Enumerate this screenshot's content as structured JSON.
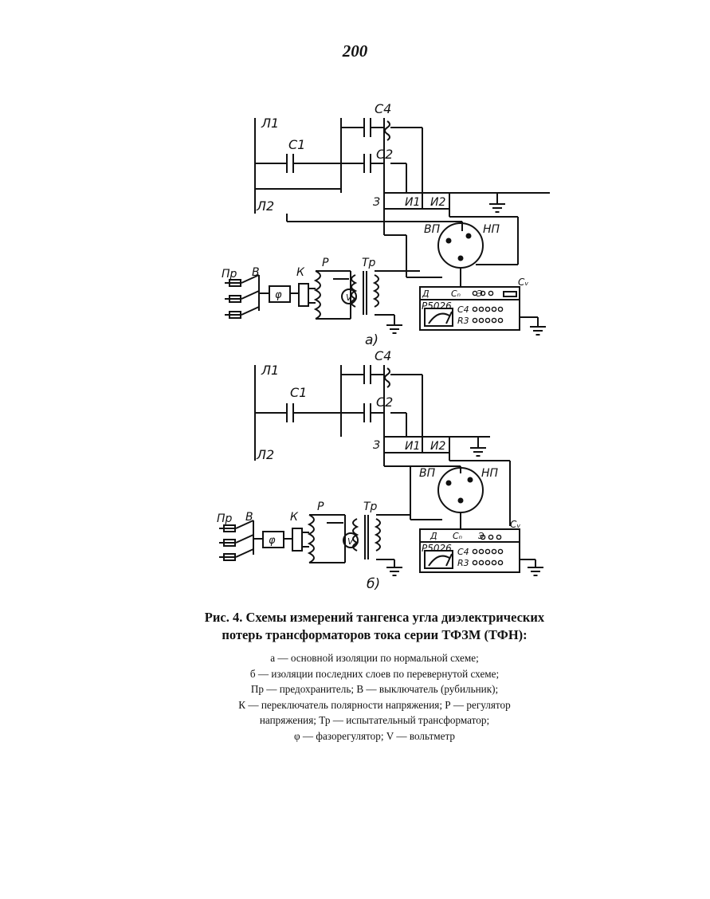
{
  "page_number": "200",
  "figures": [
    {
      "panel_label": "а)",
      "labels": {
        "l1": "Л1",
        "l2": "Л2",
        "c1": "С1",
        "c2": "С2",
        "c4": "С4",
        "z": "З",
        "i1": "И1",
        "i2": "И2",
        "vp": "ВП",
        "np": "НП",
        "pr": "Пр",
        "v": "В",
        "k": "К",
        "r": "Р",
        "tr": "Тр",
        "phi": "φ",
        "voltmeter": "V",
        "bridge_model": "Р5026",
        "d": "Д",
        "cn": "Сₙ",
        "e": "Э",
        "cv": "Сᵥ",
        "c4_dials": "С4",
        "r3_dials": "R3"
      }
    },
    {
      "panel_label": "б)",
      "labels": {
        "l1": "Л1",
        "l2": "Л2",
        "c1": "С1",
        "c2": "С2",
        "c4": "С4",
        "z": "З",
        "i1": "И1",
        "i2": "И2",
        "vp": "ВП",
        "np": "НП",
        "pr": "Пр",
        "v": "В",
        "k": "К",
        "r": "Р",
        "tr": "Тр",
        "phi": "φ",
        "voltmeter": "V",
        "bridge_model": "Р5026",
        "d": "Д",
        "cn": "Сₙ",
        "e": "Э",
        "cv": "Сᵥ",
        "c4_dials": "С4",
        "r3_dials": "R3"
      }
    }
  ],
  "caption": {
    "title_line1": "Рис. 4. Схемы измерений тангенса угла диэлектрических",
    "title_line2": "потерь трансформаторов тока серии ТФЗМ (ТФН):",
    "legend_lines": [
      "а — основной изоляции по нормальной схеме;",
      "б — изоляции последних слоев по перевернутой схеме;",
      "Пр — предохранитель; В — выключатель (рубильник);",
      "К — переключатель полярности напряжения; Р — регулятор",
      "напряжения; Тр — испытательный трансформатор;",
      "φ — фазорегулятор; V — вольтметр"
    ]
  }
}
